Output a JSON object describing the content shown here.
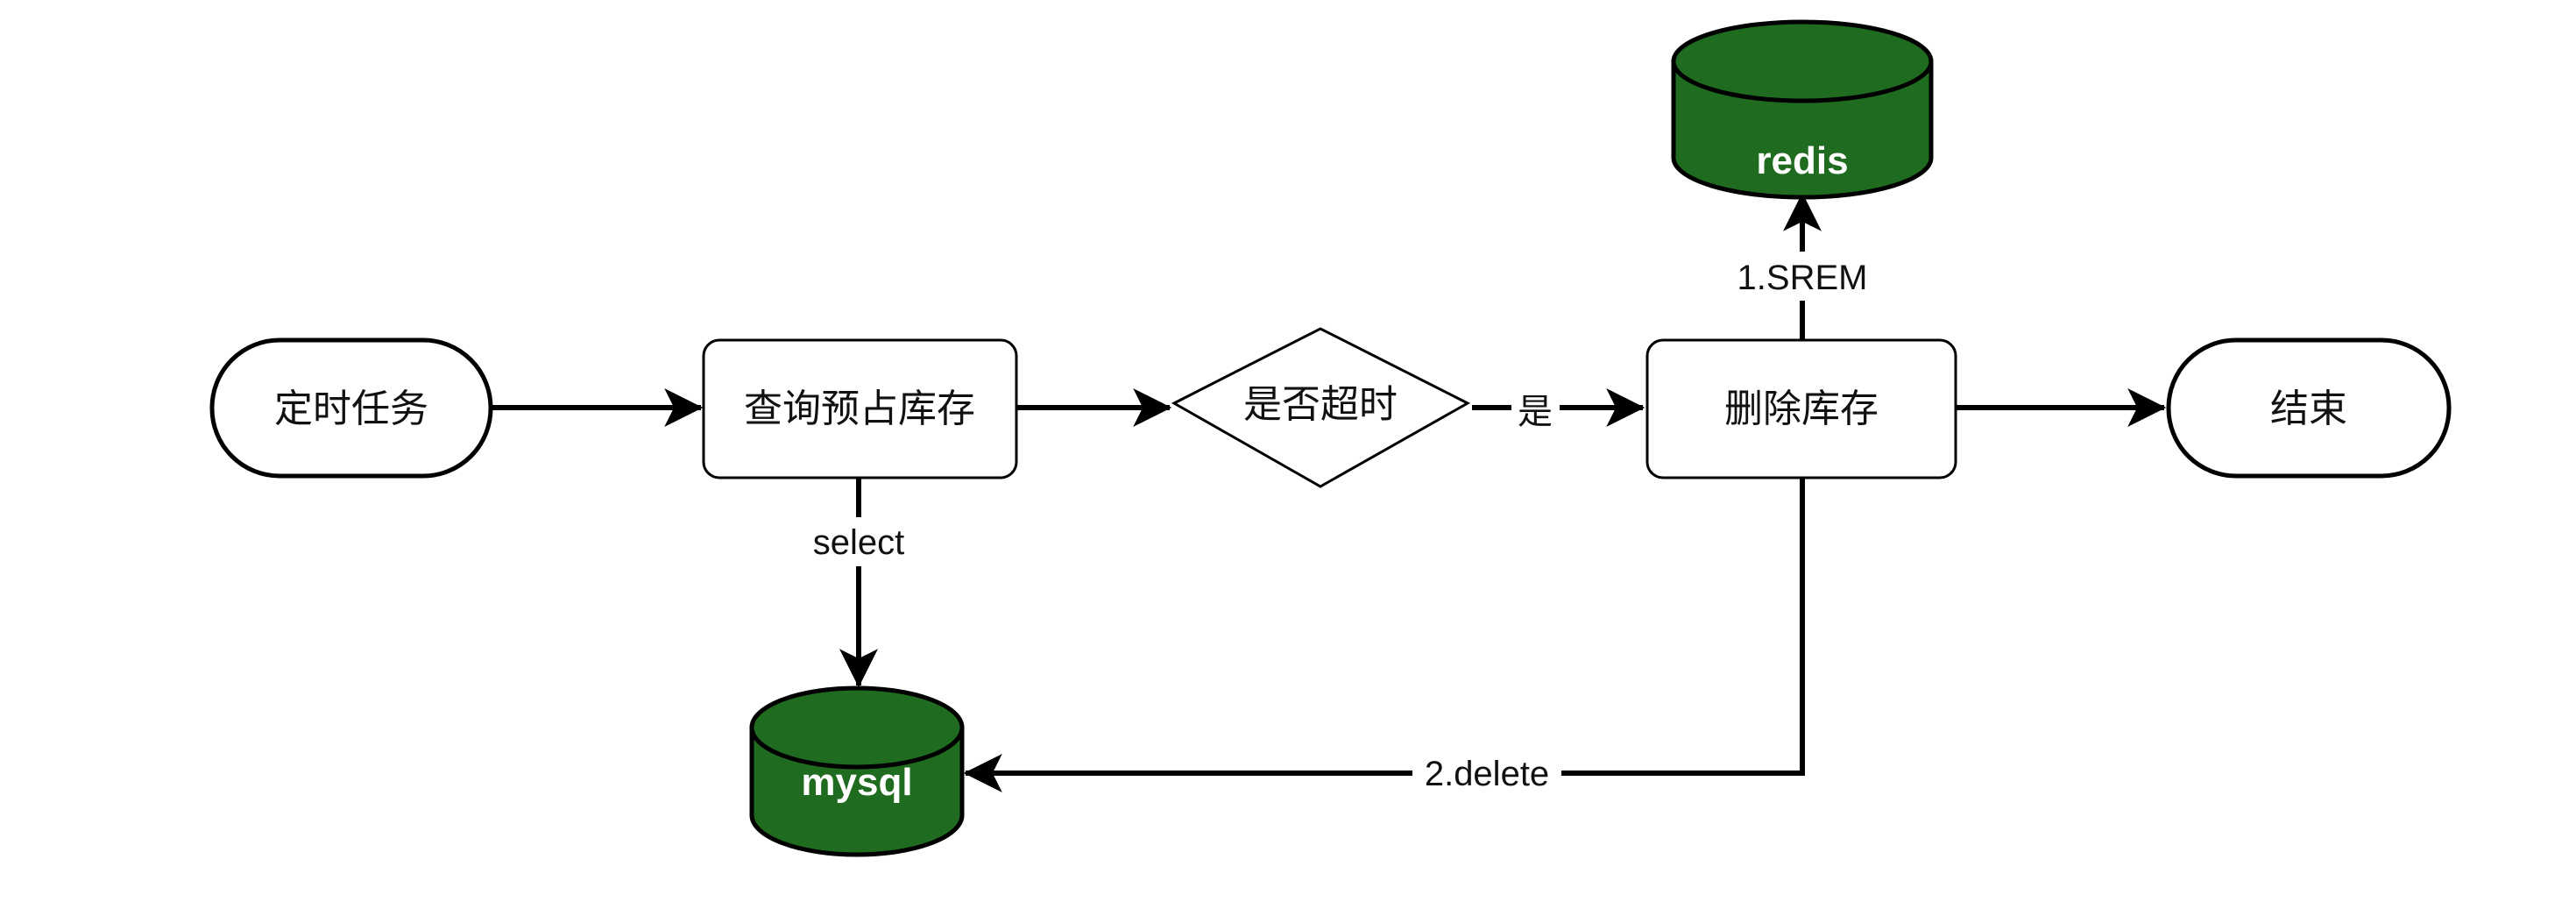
{
  "nodes": {
    "start": "定时任务",
    "query": "查询预占库存",
    "decision": "是否超时",
    "delete": "删除库存",
    "end": "结束",
    "redis": "redis",
    "mysql": "mysql"
  },
  "edges": {
    "yes": "是",
    "select": "select",
    "srem": "1.SREM",
    "delete_sql": "2.delete"
  },
  "colors": {
    "database_fill": "#1f6b1f",
    "database_stroke": "#000000",
    "line": "#000000",
    "node_fill": "#ffffff"
  }
}
